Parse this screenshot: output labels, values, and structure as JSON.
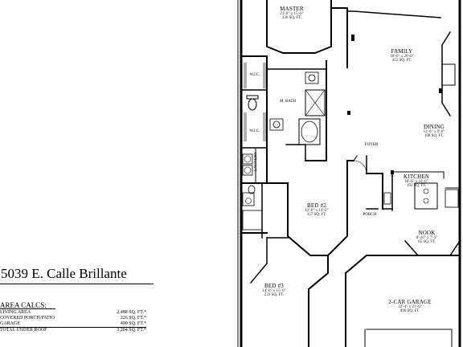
{
  "property": {
    "address": "5039 E. Calle Brillante"
  },
  "area_calcs": {
    "title": "AREA CALCS:",
    "rows": [
      {
        "label": "LIVING AREA",
        "value": "2,488 SQ. FT.*"
      },
      {
        "label": "COVERED PORCH/PATIO",
        "value": "226 SQ. FT.*"
      },
      {
        "label": "GARAGE",
        "value": "490 SQ. FT.*"
      },
      {
        "label": "TOTAL UNDER ROOF",
        "value": "3,204 SQ. FT.*"
      }
    ]
  },
  "rooms": {
    "master": {
      "name": "MASTER",
      "dims": "21'-8\" x 15'-6\"",
      "area": "336 SQ. FT."
    },
    "family": {
      "name": "FAMILY",
      "dims": "18'-6\" x 20'-0\"",
      "area": "453 SQ. FT."
    },
    "m_bath": {
      "name": "M. BATH"
    },
    "wic_1": {
      "name": "W.I.C."
    },
    "wic_2": {
      "name": "W.I.C."
    },
    "dining": {
      "name": "DINING",
      "dims": "12'-6\" x 9'-0\"",
      "area": "108 SQ. FT."
    },
    "foyer": {
      "name": "FOYER"
    },
    "laundry": {
      "name": "LAUNDRY"
    },
    "kitchen": {
      "name": "KITCHEN",
      "dims": "18'-6\" x 10'-6\"",
      "area": "193 SQ. FT."
    },
    "bed2": {
      "name": "BED #2",
      "dims": "12'-0\" x 14'-2\"",
      "area": "157 SQ. FT."
    },
    "porch": {
      "name": "PORCH"
    },
    "nook": {
      "name": "NOOK",
      "dims": "8'-10\" x 7'-3\"",
      "area": "65 SQ. FT."
    },
    "bed3": {
      "name": "BED #3",
      "dims": "14'-0\" x 15'-0\"",
      "area": "223 SQ. FT."
    },
    "garage": {
      "name": "2-CAR GARAGE",
      "dims": "22'-4\" x 21'-6\"",
      "area": "490 SQ. FT."
    }
  }
}
